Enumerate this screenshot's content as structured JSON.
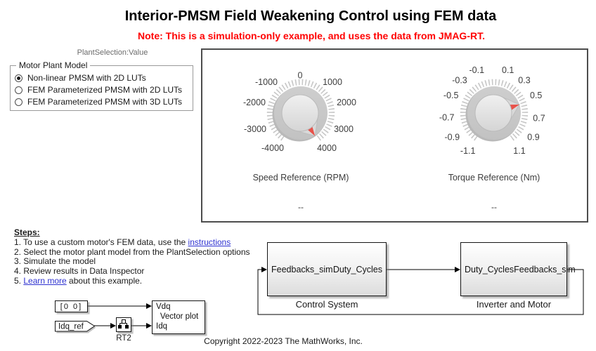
{
  "header": {
    "title": "Interior-PMSM Field Weakening Control using FEM data",
    "note": "Note: This is a simulation-only example, and uses the data from JMAG-RT."
  },
  "plant_selection": {
    "caption": "PlantSelection:Value",
    "group_label": "Motor Plant Model",
    "options": [
      {
        "label": "Non-linear PMSM with 2D LUTs",
        "selected": true
      },
      {
        "label": "FEM Parameterized PMSM with 2D LUTs",
        "selected": false
      },
      {
        "label": "FEM Parameterized PMSM with 3D LUTs",
        "selected": false
      }
    ]
  },
  "dashboard": {
    "speed_knob": {
      "caption": "Speed Reference (RPM)",
      "value_display": "--",
      "min": -4000,
      "max": 4000,
      "pointer_angle_deg": 147,
      "tick_labels": [
        "-4000",
        "-3000",
        "-2000",
        "-1000",
        "0",
        "1000",
        "2000",
        "3000",
        "4000"
      ]
    },
    "torque_knob": {
      "caption": "Torque Reference (Nm)",
      "value_display": "--",
      "min": -1.1,
      "max": 1.1,
      "pointer_angle_deg": 72,
      "tick_labels": [
        "-1.1",
        "-0.9",
        "-0.7",
        "-0.5",
        "-0.3",
        "-0.1",
        "0.1",
        "0.3",
        "0.5",
        "0.7",
        "0.9",
        "1.1"
      ]
    },
    "pointer_color": "#e8524a"
  },
  "steps": {
    "heading": "Steps:",
    "step1_prefix": "1. To use a custom motor's FEM data, use the ",
    "step1_link": "instructions",
    "step2": "2. Select the motor plant model from the PlantSelection options",
    "step3": "3. Simulate the model",
    "step4": "4. Review results in Data Inspector",
    "step5_prefix": "5. ",
    "step5_link": "Learn more",
    "step5_suffix": " about this example."
  },
  "diagram": {
    "control_system": {
      "label": "Control System",
      "in_port": "Feedbacks_sim",
      "out_port": "Duty_Cycles"
    },
    "inverter_motor": {
      "label": "Inverter and Motor",
      "in_port": "Duty_Cycles",
      "out_port": "Feedbacks_sim"
    },
    "constant_value": "[0 0]",
    "from_tag": "Idq_ref",
    "rate_transition_label": "RT2",
    "vector_plot": {
      "port_top": "Vdq",
      "title": "Vector plot",
      "port_bottom": "Idq"
    }
  },
  "footer": {
    "copyright": "Copyright 2022-2023 The MathWorks, Inc."
  }
}
